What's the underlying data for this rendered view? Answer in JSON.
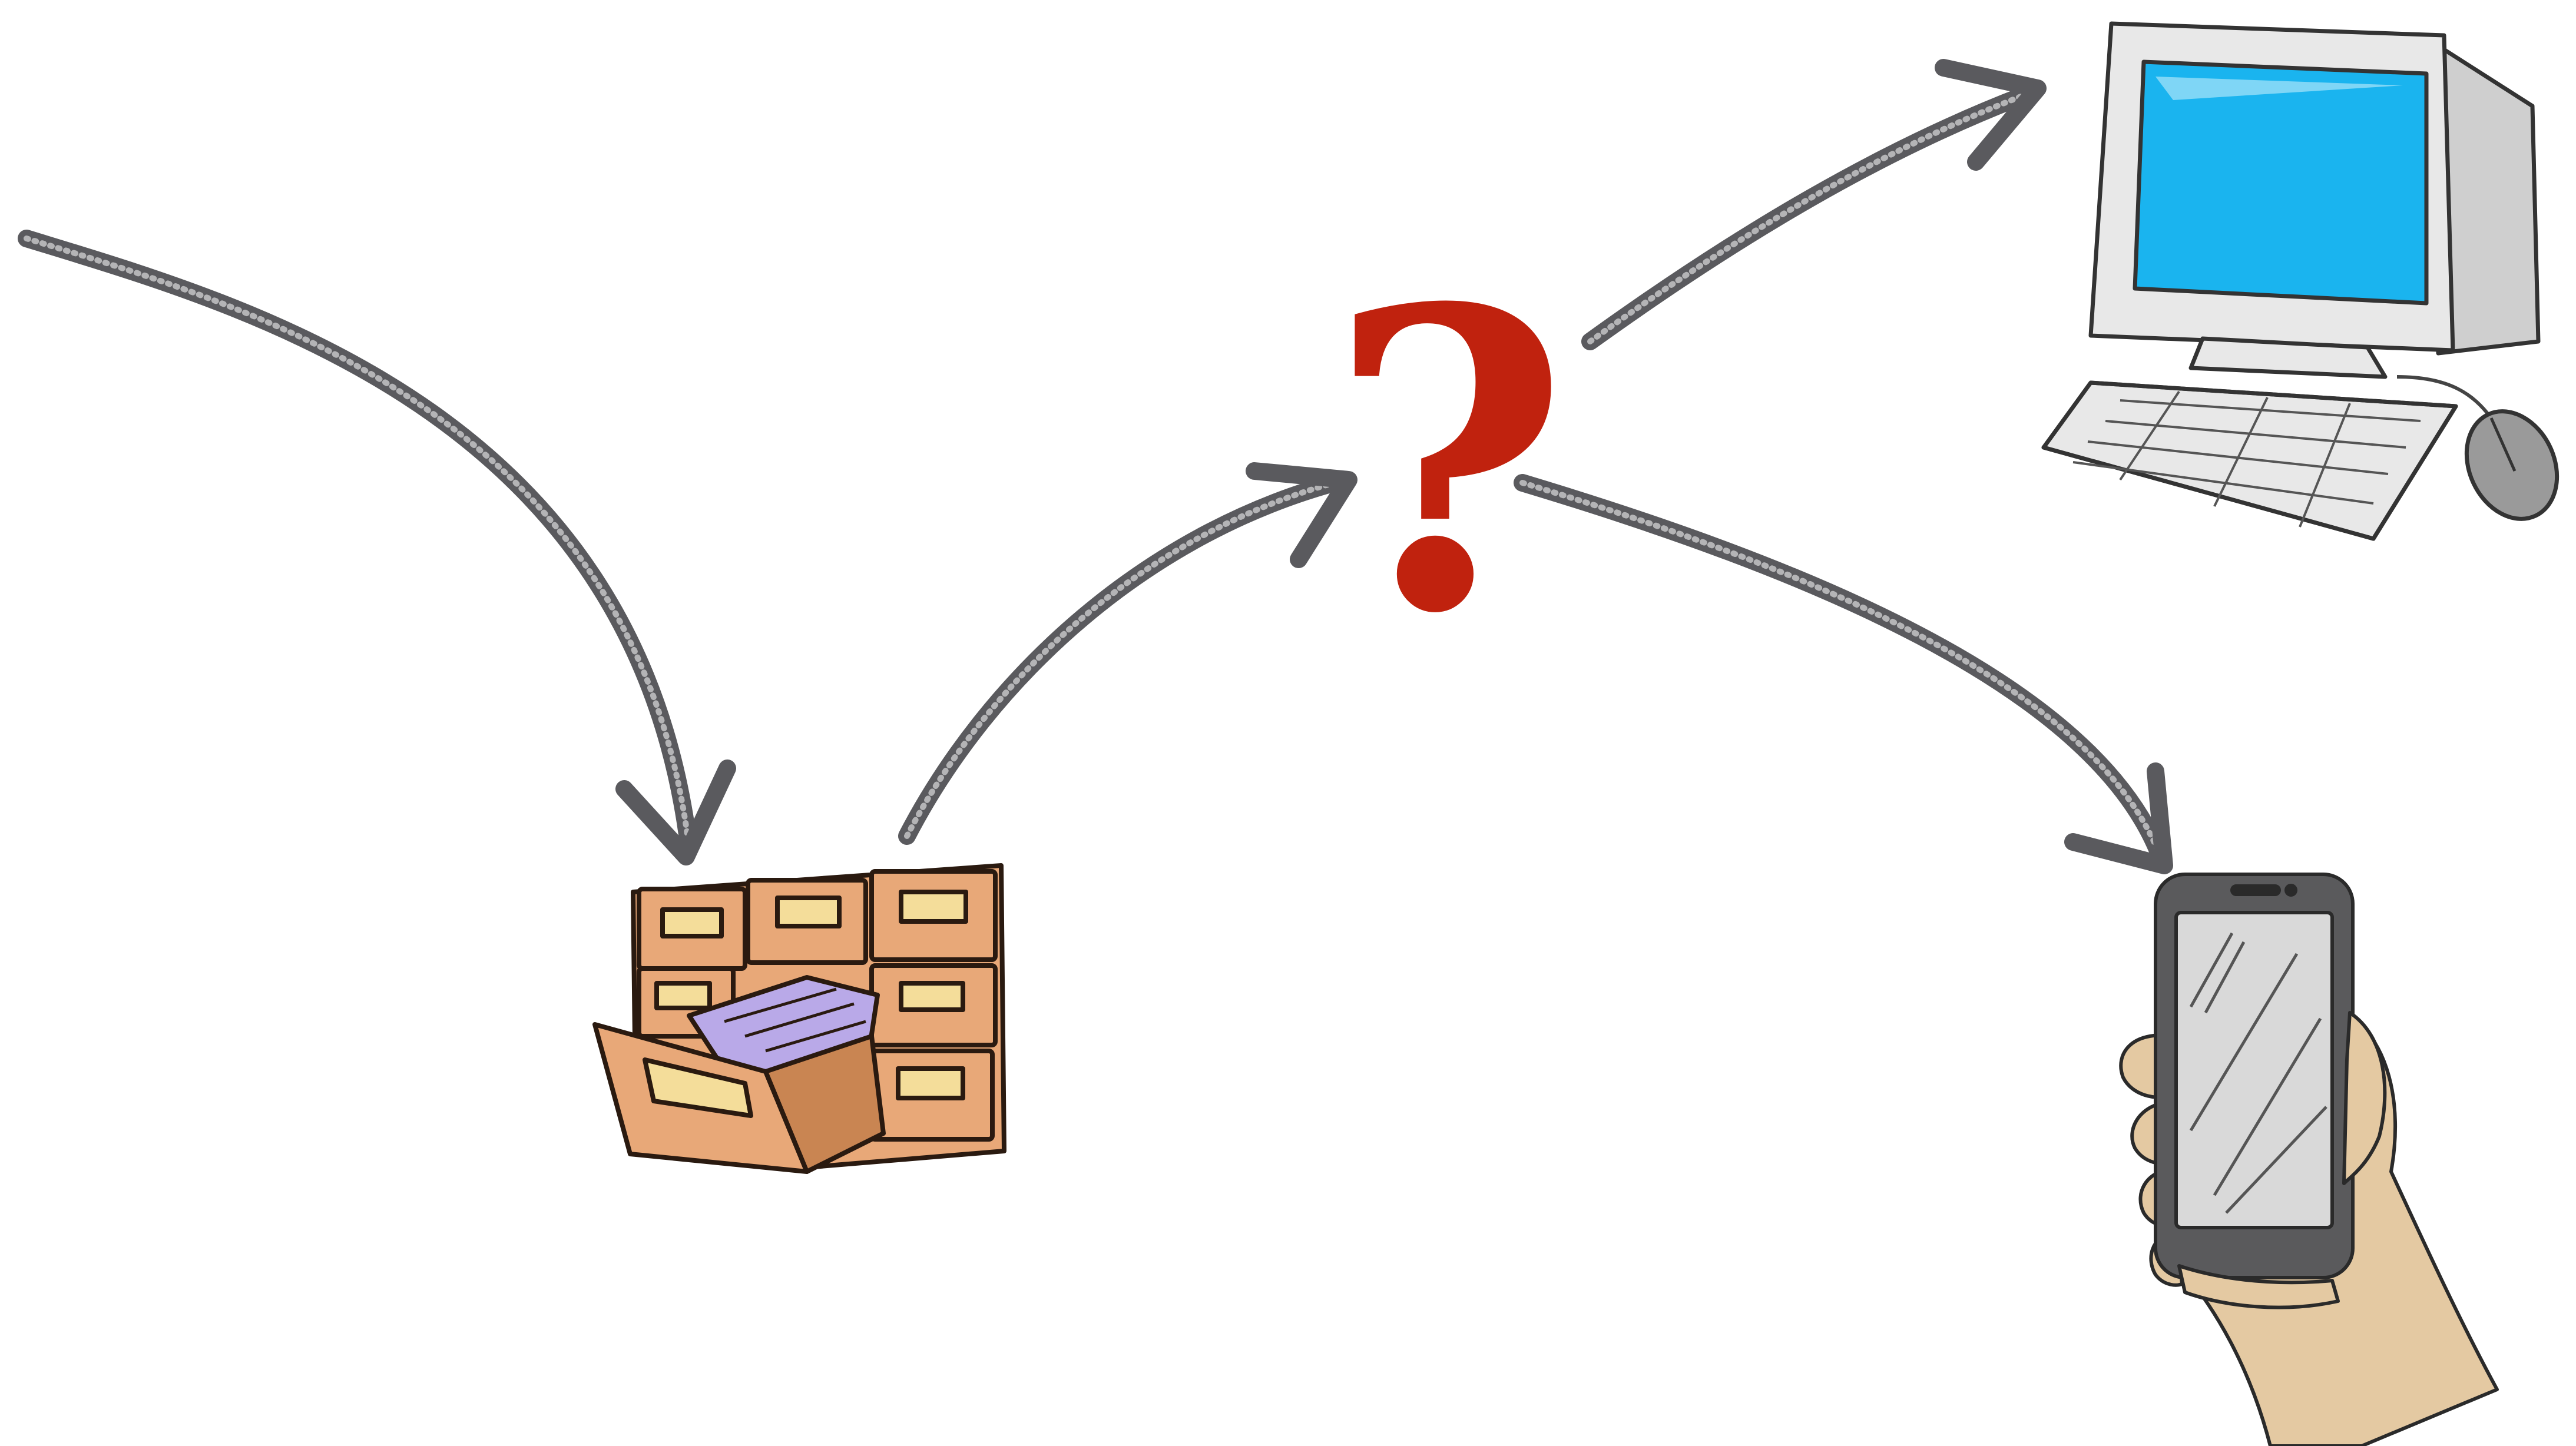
{
  "diagram": {
    "nodes": [
      {
        "id": "filing-cabinet",
        "icon": "filing-cabinet-icon"
      },
      {
        "id": "question-mark",
        "icon": "question-mark-icon",
        "text": "?"
      },
      {
        "id": "desktop-computer",
        "icon": "desktop-computer-icon"
      },
      {
        "id": "smartphone",
        "icon": "smartphone-in-hand-icon"
      }
    ],
    "edges": [
      {
        "from": "outside-left",
        "to": "filing-cabinet"
      },
      {
        "from": "filing-cabinet",
        "to": "question-mark"
      },
      {
        "from": "question-mark",
        "to": "desktop-computer"
      },
      {
        "from": "question-mark",
        "to": "smartphone"
      }
    ]
  },
  "colors": {
    "arrow": "#5a5a5e",
    "arrow_texture": "#ffffff",
    "question_mark": "#c0220e",
    "cabinet_wood": "#e8a878",
    "cabinet_wood_dark": "#c98552",
    "cabinet_label": "#f4dd9a",
    "cabinet_cards": "#b9a9e8",
    "monitor_body": "#e8e8e8",
    "monitor_screen": "#1ab4ef",
    "phone_body": "#5a5a5c",
    "phone_screen": "#d9d9d9",
    "skin": "#e4c9a2"
  }
}
